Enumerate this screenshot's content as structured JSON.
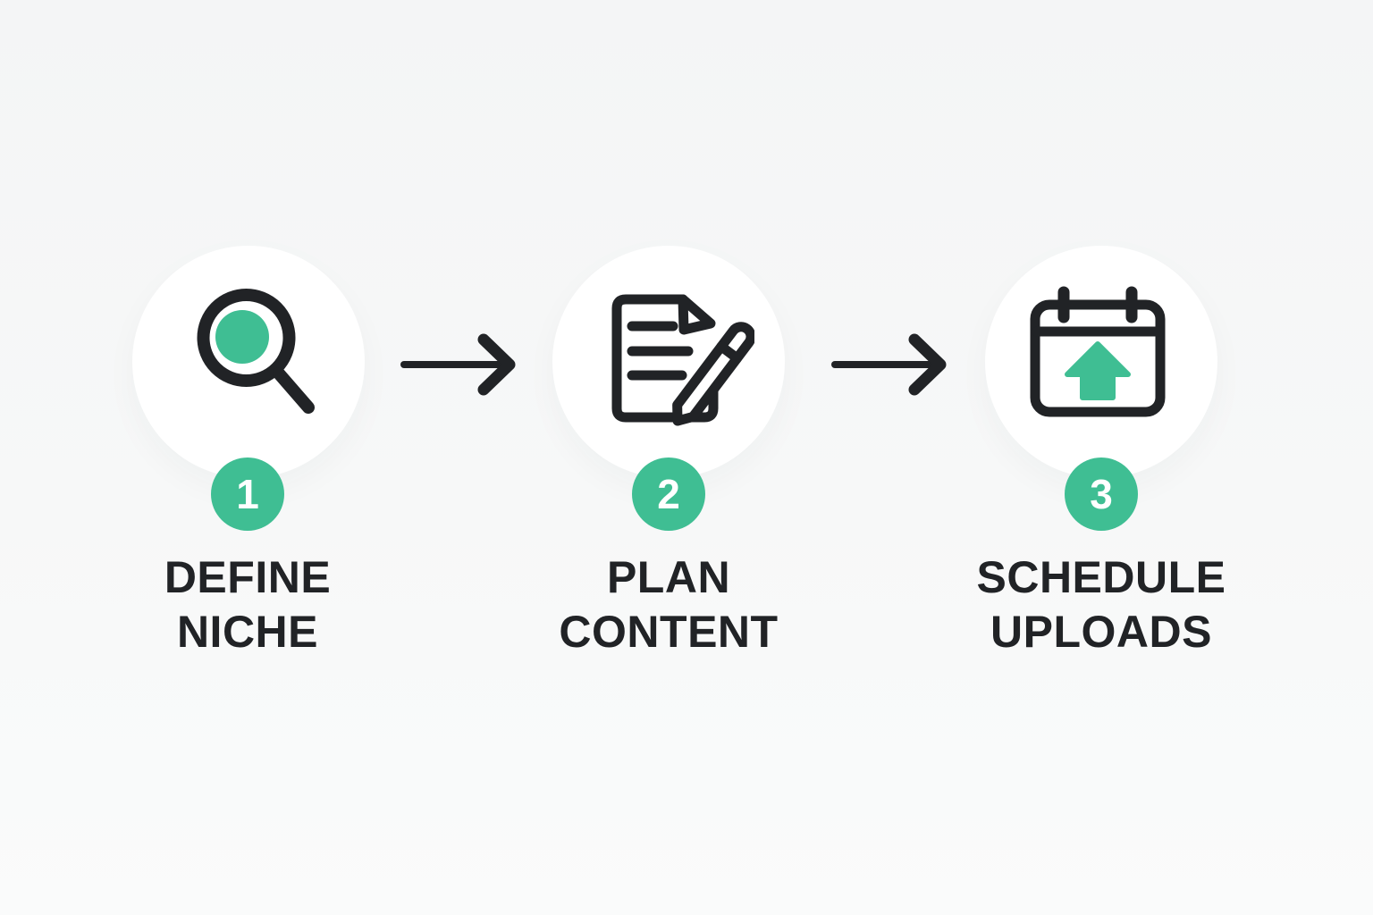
{
  "colors": {
    "accent": "#3fbe93",
    "dark": "#212326",
    "background": "#f6f7f8",
    "circle_bg": "#ffffff",
    "badge_text": "#ffffff"
  },
  "steps": [
    {
      "number": "1",
      "label_line1": "DEFINE",
      "label_line2": "NICHE",
      "icon": "magnifier-icon"
    },
    {
      "number": "2",
      "label_line1": "PLAN",
      "label_line2": "CONTENT",
      "icon": "document-pencil-icon"
    },
    {
      "number": "3",
      "label_line1": "SCHEDULE",
      "label_line2": "UPLOADS",
      "icon": "calendar-upload-icon"
    }
  ],
  "arrows": [
    {
      "name": "arrow-step1-to-step2"
    },
    {
      "name": "arrow-step2-to-step3"
    }
  ]
}
